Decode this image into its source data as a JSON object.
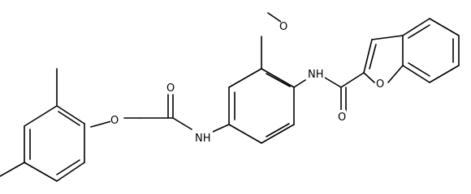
{
  "atoms": {
    "o_methoxy": "O",
    "n_amide_right": "NH",
    "o_carbonyl_right": "O",
    "o_furan": "O",
    "o_carbonyl_left": "O",
    "n_amide_left": "NH",
    "o_ether": "O"
  }
}
